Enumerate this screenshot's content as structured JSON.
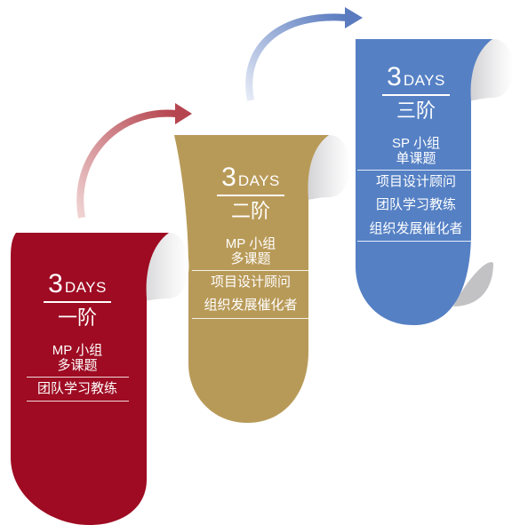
{
  "steps": [
    {
      "num": "3",
      "unit": "DAYS",
      "stage": "一阶",
      "group_line1": "MP 小组",
      "group_line2": "多课题",
      "items": [
        "团队学习教练"
      ],
      "color": "#9e0b22"
    },
    {
      "num": "3",
      "unit": "DAYS",
      "stage": "二阶",
      "group_line1": "MP 小组",
      "group_line2": "多课题",
      "items": [
        "项目设计顾问",
        "组织发展催化者"
      ],
      "color": "#b89a58"
    },
    {
      "num": "3",
      "unit": "DAYS",
      "stage": "三阶",
      "group_line1": "SP 小组",
      "group_line2": "单课题",
      "items": [
        "项目设计顾问",
        "团队学习教练",
        "组织发展催化者"
      ],
      "color": "#5580c4"
    }
  ],
  "arrows": [
    {
      "from": "#f0d4d4",
      "to": "#b5454f"
    },
    {
      "from": "#e6ebf6",
      "to": "#5a7bbf"
    }
  ]
}
